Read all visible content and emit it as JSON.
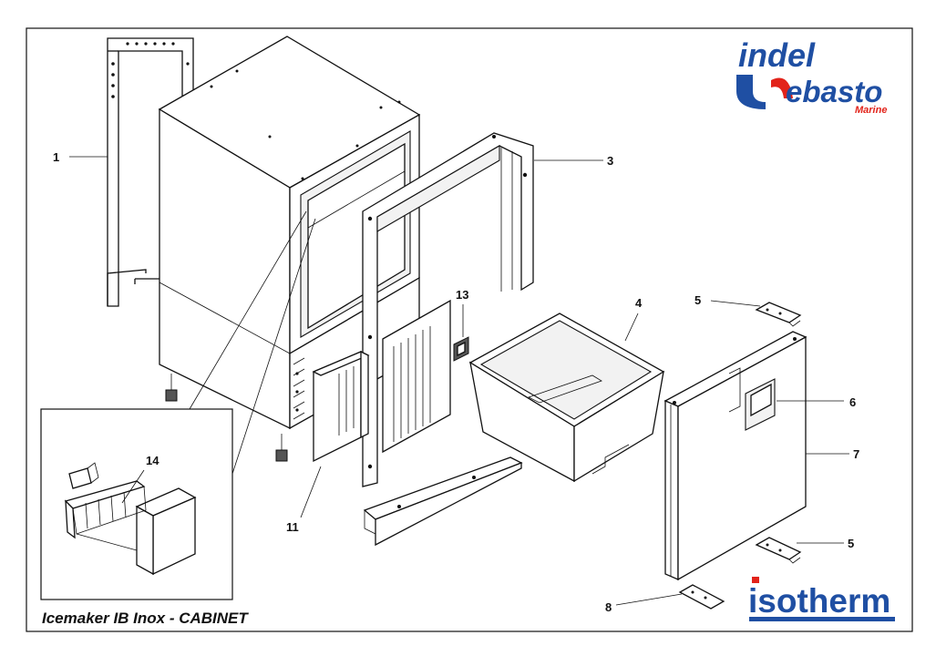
{
  "diagram": {
    "title": "Icemaker IB Inox - CABINET",
    "part_labels": {
      "p1": "1",
      "p3": "3",
      "p4": "4",
      "p5a": "5",
      "p5b": "5",
      "p6": "6",
      "p7": "7",
      "p8": "8",
      "p11": "11",
      "p13": "13",
      "p14": "14"
    }
  },
  "logos": {
    "indel": "indel",
    "webasto": "ebasto",
    "marine": "Marine",
    "isotherm": "isotherm"
  },
  "colors": {
    "brand_blue": "#1f4fa3",
    "brand_red": "#e2231a"
  }
}
